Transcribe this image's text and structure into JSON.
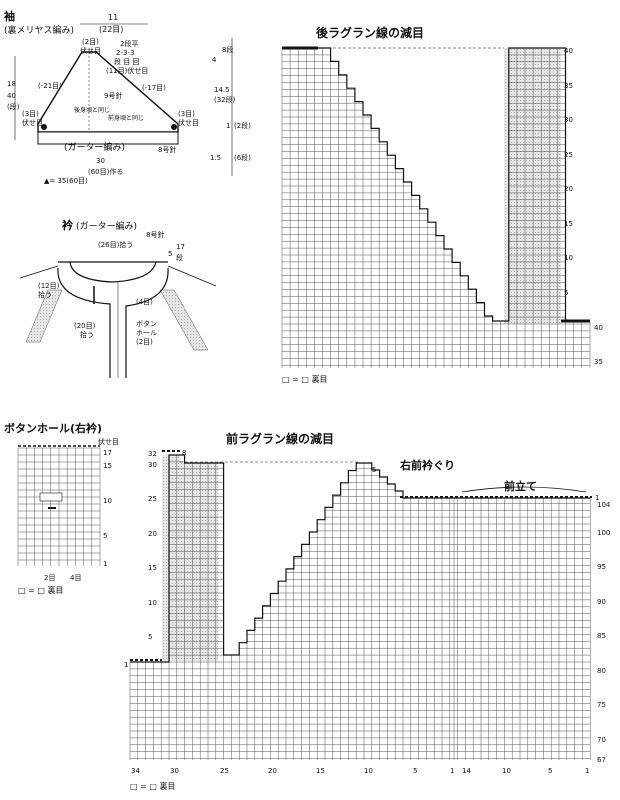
{
  "sleeve": {
    "title": "袖",
    "subtitle": "(裏メリヤス編み)",
    "width_top": "11",
    "width_top_sts": "(22目)",
    "bind_center": "(2目)",
    "bind_center_2": "伏せ目",
    "decrease_note_1": "2段平",
    "decrease_note_2": "2-3-3",
    "decrease_note_3": "段 目 回",
    "decrease_note_4": "(11目)伏せ目",
    "height_a": "18",
    "height_b": "40",
    "height_c": "(段)",
    "left_dec": "(-21目)",
    "right_dec": "(-17目)",
    "needle_9": "9号針",
    "back_same": "後身頃と同じ",
    "front_same": "前身頃と同じ",
    "left_bind": "(3目)",
    "left_bind_2": "伏せ目",
    "right_bind": "(3目)",
    "right_bind_2": "伏せ目",
    "garter": "(ガーター編み)",
    "needle_8": "8号針",
    "cast_on": "(60目)作る",
    "cast_on_width": "30",
    "tri_note": "▲= 35(60目)",
    "r_4": "4",
    "r_8": "8段",
    "r_145": "14.5",
    "r_32": "(32段)",
    "r_1": "1",
    "r_2": "(2段)",
    "r_15": "1.5",
    "r_6": "(6段)"
  },
  "collar": {
    "title": "衿",
    "subtitle": "(ガーター編み)",
    "needle": "8号針",
    "pick_26": "(26目)拾う",
    "rows_5": "5",
    "rows_17": "17",
    "rows_17b": "段",
    "pick_12": "(12目)",
    "pick_12b": "拾う",
    "sts_4": "(4目)",
    "pick_20": "(20目)",
    "pick_20b": "拾う",
    "buttonhole": "ボタン",
    "buttonhole_2": "ホール",
    "buttonhole_3": "(2目)"
  },
  "back_chart": {
    "title": "後ラグラン線の減目",
    "right_nums": [
      "40",
      "35",
      "30",
      "25",
      "20",
      "15",
      "10",
      "5"
    ],
    "step_label": "40",
    "bottom_label": "35",
    "legend": "□ = □ 裏目"
  },
  "buttonhole_chart": {
    "title": "ボタンホール(右衿)",
    "bind_off": "伏せ目",
    "row_nums": [
      "17",
      "15",
      "10",
      "5",
      "1"
    ],
    "bottom_2": "2目",
    "bottom_4": "4目",
    "legend": "□ = □ 裏目"
  },
  "front_chart": {
    "title": "前ラグラン線の減目",
    "neck": "右前衿ぐり",
    "band": "前立て",
    "left_nums": [
      "32",
      "30",
      "25",
      "20",
      "15",
      "10",
      "5",
      "1"
    ],
    "top_8": "8",
    "top_5": "5",
    "top_1": "1",
    "right_nums": [
      "104",
      "100",
      "95",
      "90",
      "85",
      "80",
      "75",
      "70",
      "67"
    ],
    "bottom_nums": [
      "34",
      "30",
      "25",
      "20",
      "15",
      "10",
      "5",
      "1",
      "14",
      "10",
      "5",
      "1"
    ],
    "legend": "□ = □ 裏目"
  }
}
